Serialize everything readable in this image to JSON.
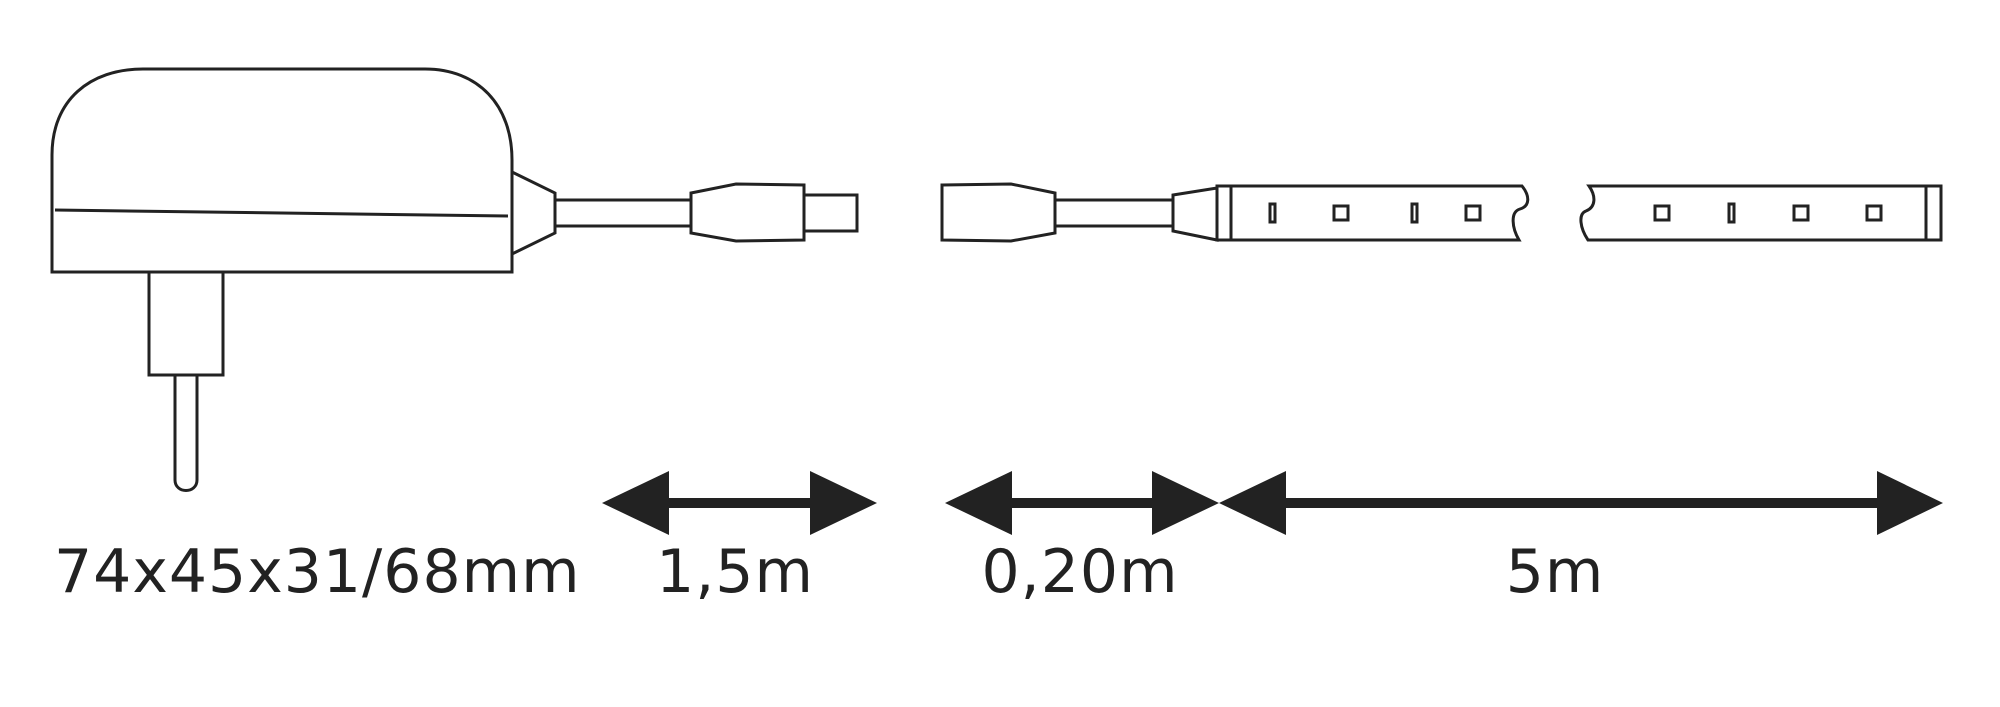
{
  "diagram": {
    "subject": "LED strip set with power adapter, connector cable and strip",
    "stroke_color": "#222222",
    "background_color": "#ffffff",
    "components": [
      {
        "id": "power-adapter",
        "label": "74x45x31/68mm"
      },
      {
        "id": "adapter-cable",
        "label": "1,5m"
      },
      {
        "id": "connector-cable",
        "label": "0,20m"
      },
      {
        "id": "led-strip",
        "label": "5m"
      }
    ]
  },
  "labels": {
    "adapter_dimensions": "74x45x31/68mm",
    "adapter_cable_length": "1,5m",
    "connector_cable_length": "0,20m",
    "strip_length": "5m"
  }
}
